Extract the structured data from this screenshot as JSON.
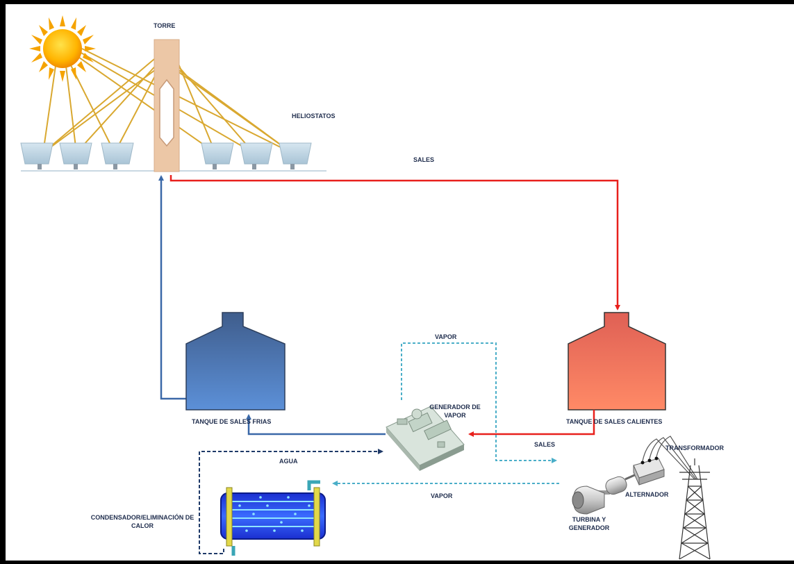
{
  "labels": {
    "torre": "TORRE",
    "heliostatos": "HELIOSTATOS",
    "sales_top": "SALES",
    "vapor_top": "VAPOR",
    "generador_line1": "GENERADOR DE",
    "generador_line2": "VAPOR",
    "tanque_frias": "TANQUE DE SALES FRIAS",
    "tanque_calientes": "TANQUE DE SALES CALIENTES",
    "sales_mid": "SALES",
    "transformador": "TRANSFORMADOR",
    "agua": "AGUA",
    "vapor_bottom": "VAPOR",
    "alternador": "ALTERNADOR",
    "condensador_line1": "CONDENSADOR/ELIMINACIÓN DE",
    "condensador_line2": "CALOR",
    "turbina_line1": "TURBINA Y",
    "turbina_line2": "GENERADOR"
  },
  "colors": {
    "hot_salt": "#e8201c",
    "cold_salt": "#3a68a8",
    "vapor": "#4aaec8",
    "water": "#1f3a68",
    "tower": "#ecc7a6",
    "sun": "#f5a300",
    "sun_rays": "#d9a830",
    "tank_cold_top": "#3f5d8c",
    "tank_cold_bottom": "#5c90d8",
    "tank_hot_top": "#df6055",
    "tank_hot_bottom": "#ff8a66"
  },
  "icons": [
    "sun-icon",
    "tower-icon",
    "heliostat-icon",
    "tank-icon",
    "steam-generator-icon",
    "condenser-icon",
    "turbine-icon",
    "alternator-icon",
    "transformer-icon",
    "power-pylon-icon"
  ]
}
